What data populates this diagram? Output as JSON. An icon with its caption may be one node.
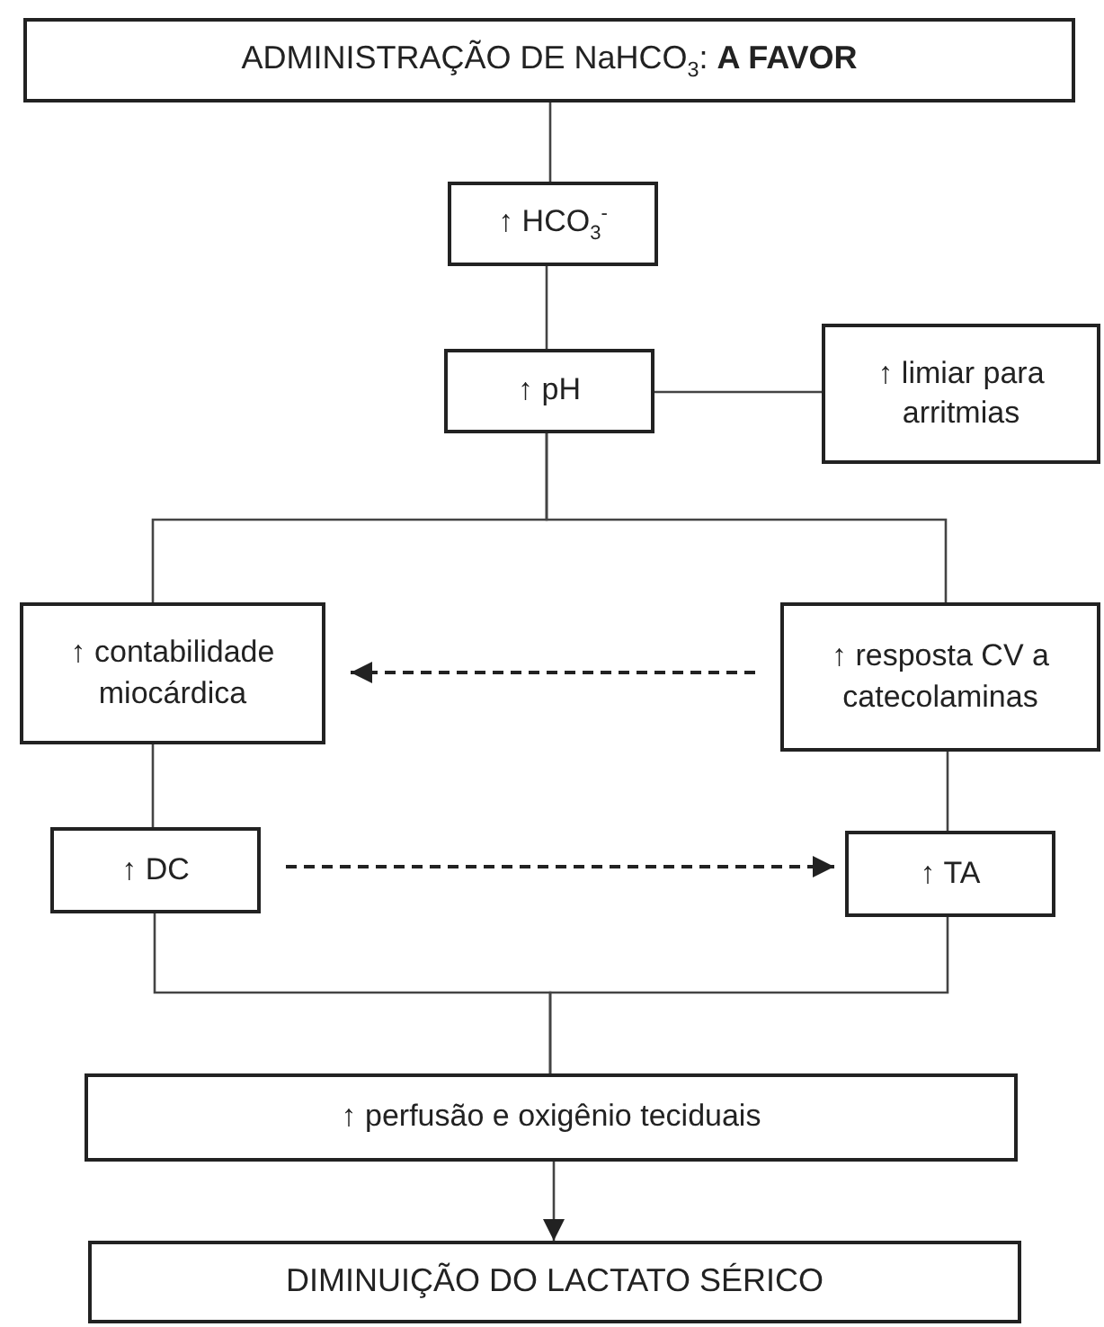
{
  "diagram": {
    "nodes": [
      {
        "text": [
          "ADMINISTRAÇÃO DE  NaHCO$_{3}$: **A FAVOR**"
        ]
      },
      {
        "text": [
          "↑ HCO$_{3}$$^{-}$"
        ]
      },
      {
        "text": [
          "↑ pH"
        ]
      },
      {
        "text": [
          "↑ limiar para arritmias"
        ]
      },
      {
        "text": [
          "↑ contabilidade miocárdica"
        ]
      },
      {
        "text": [
          "↑ resposta CV a catecolaminas"
        ]
      },
      {
        "text": [
          "↑ DC"
        ]
      },
      {
        "text": [
          "↑ TA"
        ]
      },
      {
        "text": [
          "↑ perfusão e oxigênio teciduais"
        ]
      },
      {
        "text": [
          "DIMINUIÇÃO DO LACTATO SÉRICO"
        ]
      }
    ],
    "edges": [
      {
        "from": 0,
        "to": 1,
        "arrow": "none"
      },
      {
        "from": 1,
        "to": 2,
        "arrow": "none"
      },
      {
        "from": 2,
        "to": 3,
        "arrow": "none"
      },
      {
        "from": 2,
        "to": 4,
        "arrow": "none"
      },
      {
        "from": 2,
        "to": 5,
        "arrow": "none"
      },
      {
        "from": 5,
        "to": 4,
        "arrow": "to",
        "style": "dashed"
      },
      {
        "from": 4,
        "to": 6,
        "arrow": "none"
      },
      {
        "from": 5,
        "to": 7,
        "arrow": "none"
      },
      {
        "from": 6,
        "to": 7,
        "arrow": "to",
        "style": "dashed"
      },
      {
        "from": 6,
        "to": 8,
        "arrow": "none"
      },
      {
        "from": 7,
        "to": 8,
        "arrow": "none"
      },
      {
        "from": 8,
        "to": 9,
        "arrow": "to"
      }
    ]
  }
}
